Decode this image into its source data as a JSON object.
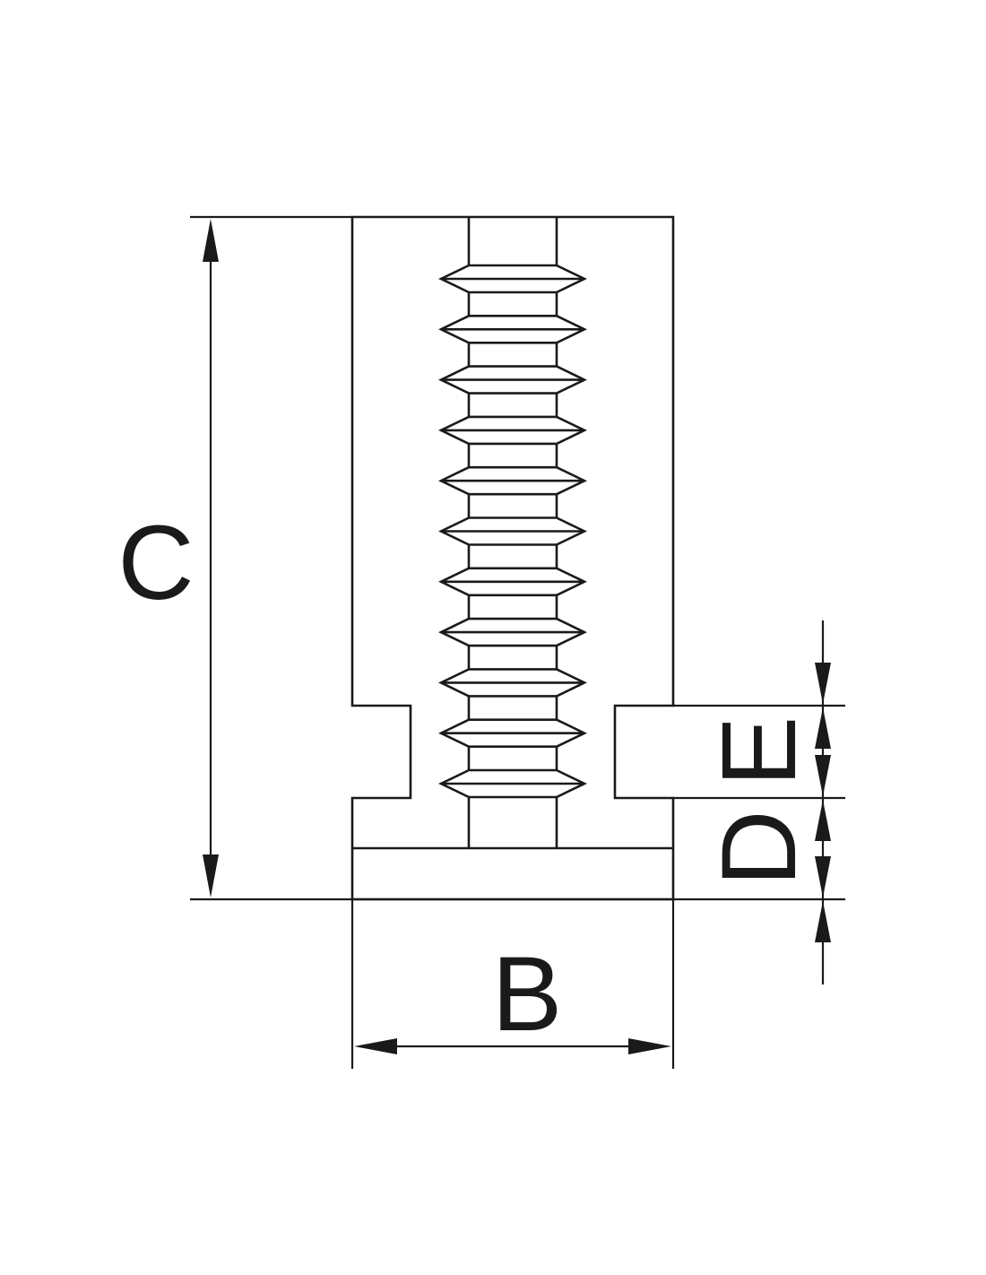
{
  "drawing": {
    "labels": {
      "height": "C",
      "width": "B",
      "d": "D",
      "e": "E"
    },
    "thread_count": 11,
    "line_color": "#1a1a1a",
    "background": "#ffffff"
  }
}
